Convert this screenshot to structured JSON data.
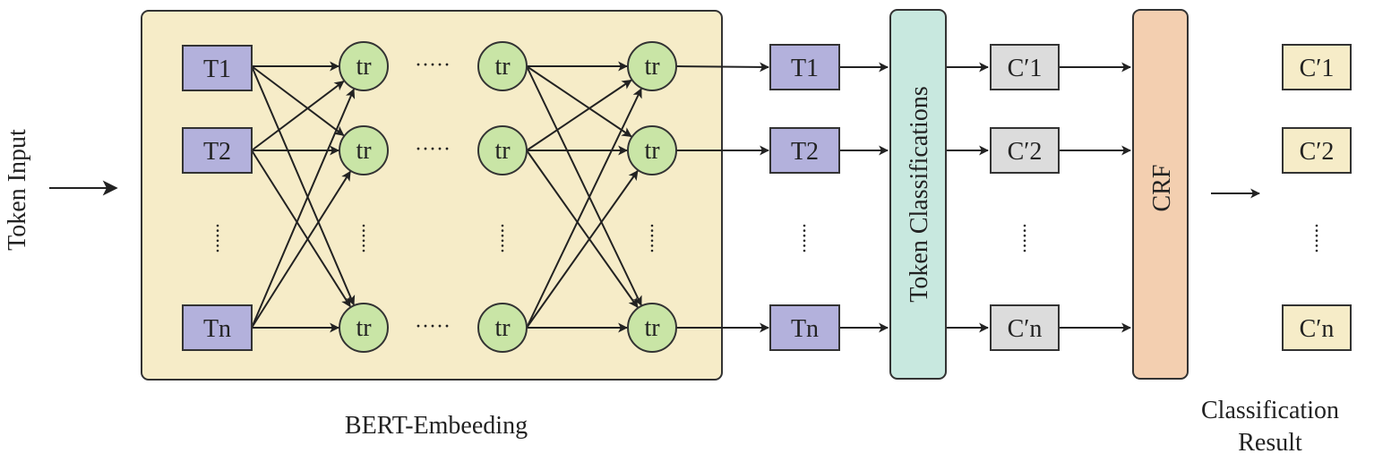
{
  "input_label": "Token Input",
  "bert": {
    "caption": "BERT-Embeeding",
    "tokens": [
      "T1",
      "T2",
      "Tn"
    ],
    "node_label": "tr",
    "h_ellipsis": "·····"
  },
  "token_outputs": [
    "T1",
    "T2",
    "Tn"
  ],
  "token_classifications_label": "Token Classifications",
  "class_outputs": [
    "C′1",
    "C′2",
    "C′n"
  ],
  "crf_label": "CRF",
  "results": [
    "C′1",
    "C′2",
    "C′n"
  ],
  "result_caption": [
    "Classification",
    "Result"
  ],
  "colors": {
    "bert_bg": "#f6ecc8",
    "token_box": "#b3b1dc",
    "tr_node": "#c9e5a6",
    "token_class_bar": "#c8e8df",
    "class_box": "#dcdcdc",
    "crf_bar": "#f3cfb0",
    "result_box": "#f6ecc8"
  }
}
